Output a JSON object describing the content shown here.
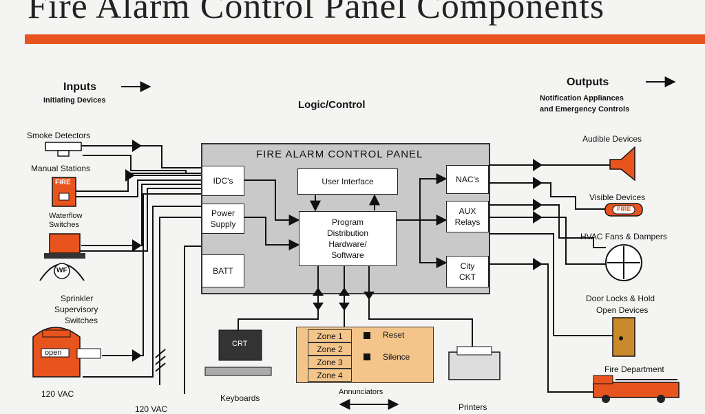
{
  "title": "Fire Alarm Control Panel Components",
  "inputs": {
    "heading": "Inputs",
    "subheading": "Initiating Devices"
  },
  "logic": {
    "heading": "Logic/Control"
  },
  "outputs": {
    "heading": "Outputs",
    "subheading_line1": "Notification Appliances",
    "subheading_line2": "and Emergency Controls"
  },
  "input_devices": {
    "smoke": "Smoke Detectors",
    "manual": "Manual Stations",
    "fire_tag": "FIRE",
    "waterflow_line1": "Waterflow",
    "waterflow_line2": "Switches",
    "wf_tag": "WF",
    "sprinkler_line1": "Sprinkler",
    "sprinkler_line2": "Supervisory",
    "sprinkler_line3": "Switches",
    "open_tag": "open",
    "vac_1": "120 VAC",
    "vac_2": "120 VAC"
  },
  "panel": {
    "title": "FIRE ALARM CONTROL PANEL",
    "idc": "IDC's",
    "power": "Power\nSupply",
    "batt": "BATT",
    "ui": "User Interface",
    "program": "Program\nDistribution\nHardware/\nSoftware",
    "nac": "NAC's",
    "aux": "AUX\nRelays",
    "city": "City\nCKT"
  },
  "annunciators": {
    "zones": [
      "Zone 1",
      "Zone 2",
      "Zone 3",
      "Zone 4"
    ],
    "reset": "Reset",
    "silence": "Silence",
    "label": "Annunciators"
  },
  "peripherals": {
    "crt": "CRT",
    "keyboards": "Keyboards",
    "printers": "Printers"
  },
  "output_devices": {
    "audible": "Audible Devices",
    "visible": "Visible Devices",
    "visible_tag": "FIRE",
    "hvac": "HVAC Fans & Dampers",
    "door_line1": "Door Locks & Hold",
    "door_line2": "Open Devices",
    "fire_dept": "Fire Department"
  },
  "colors": {
    "accent": "#e8541e",
    "panel": "#c9c9c9",
    "annunciator": "#f4c58b"
  }
}
